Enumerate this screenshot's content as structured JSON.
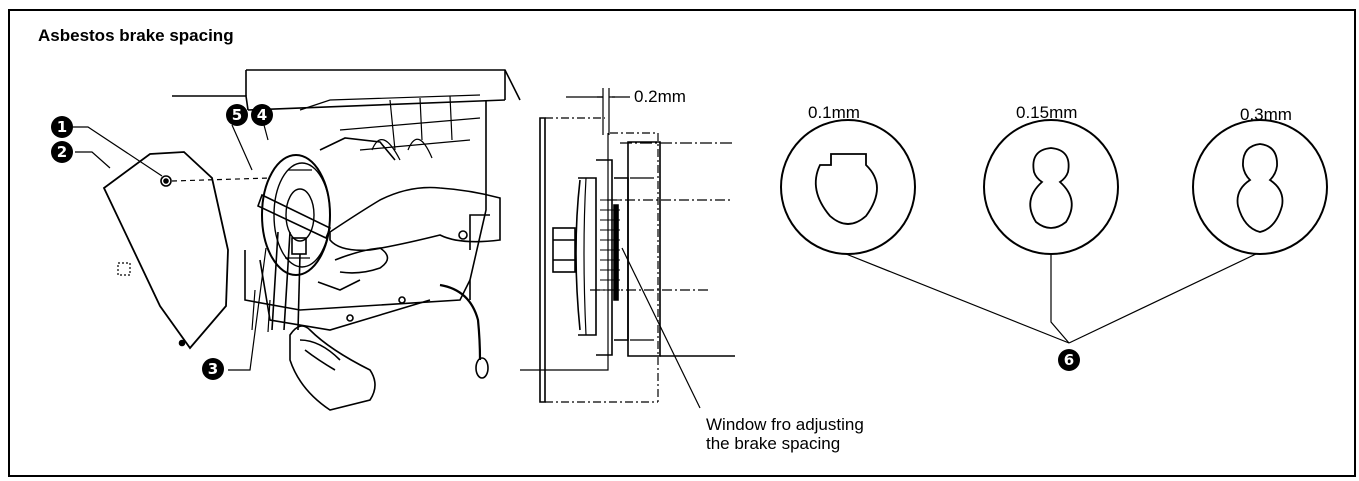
{
  "title": "Asbestos brake spacing",
  "callouts": {
    "c1": "1",
    "c2": "2",
    "c3": "3",
    "c4": "4",
    "c5": "5",
    "c6": "6"
  },
  "section_dimension": "0.2mm",
  "window_caption": {
    "line1": "Window fro adjusting",
    "line2": "the brake spacing"
  },
  "gauges": [
    {
      "label": "0.1mm"
    },
    {
      "label": "0.15mm"
    },
    {
      "label": "0.3mm"
    }
  ]
}
